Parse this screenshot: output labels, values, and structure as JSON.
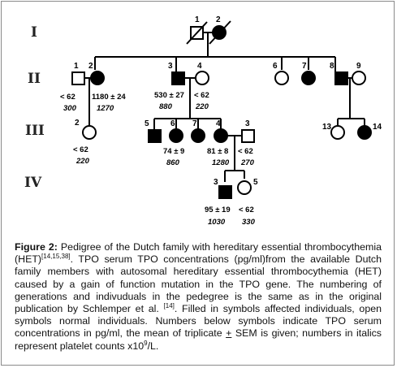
{
  "generations": [
    "I",
    "II",
    "III",
    "IV"
  ],
  "individuals": {
    "I-1": {
      "number": "1",
      "tpo": "",
      "platelets": ""
    },
    "I-2": {
      "number": "2",
      "tpo": "",
      "platelets": ""
    },
    "II-1": {
      "number": "1",
      "tpo": "< 62",
      "platelets": "300"
    },
    "II-2": {
      "number": "2",
      "tpo": "1180 ± 24",
      "platelets": "1270"
    },
    "II-3": {
      "number": "3",
      "tpo": "530 ± 27",
      "platelets": "880"
    },
    "II-4": {
      "number": "4",
      "tpo": "< 62",
      "platelets": "220"
    },
    "II-6": {
      "number": "6",
      "tpo": "",
      "platelets": ""
    },
    "II-7": {
      "number": "7",
      "tpo": "",
      "platelets": ""
    },
    "II-8": {
      "number": "8",
      "tpo": "",
      "platelets": ""
    },
    "II-9": {
      "number": "9",
      "tpo": "",
      "platelets": ""
    },
    "III-2": {
      "number": "2",
      "tpo": "< 62",
      "platelets": "220"
    },
    "III-5": {
      "number": "5",
      "tpo": "",
      "platelets": ""
    },
    "III-6": {
      "number": "6",
      "tpo": "74 ± 9",
      "platelets": "860"
    },
    "III-7": {
      "number": "7",
      "tpo": "",
      "platelets": ""
    },
    "III-4": {
      "number": "4",
      "tpo": "81 ± 8",
      "platelets": "1280"
    },
    "III-3": {
      "number": "3",
      "tpo": "< 62",
      "platelets": "270"
    },
    "III-13": {
      "number": "13",
      "tpo": "",
      "platelets": ""
    },
    "III-14": {
      "number": "14",
      "tpo": "",
      "platelets": ""
    },
    "IV-3": {
      "number": "3",
      "tpo": "95 ± 19",
      "platelets": "1030"
    },
    "IV-5": {
      "number": "5",
      "tpo": "< 62",
      "platelets": "330"
    }
  },
  "caption": {
    "label": "Figure 2:",
    "part1": " Pedigree of the  Dutch family with hereditary essential thrombocythemia (HET)",
    "ref1": "[14,15,38]",
    "part2": ". TPO serum TPO concentrations (pg/ml)from the available Dutch family members with autosomal hereditary essential thrombocythemia (HET) caused by a gain of function mutation in the TPO gene. The numbering of generations and indivuduals in the pedegree is the same as in the original publication by Schlemper et al. ",
    "ref2": "[14]",
    "part3": ". Filled in symbols affected individuals, open symbols normal individuals. Numbers below symbols indicate TPO serum concentrations in pg/ml, the mean of triplicate ",
    "pm": "+",
    "part4": " SEM is given; numbers in italics represent platelet counts x10",
    "sup9": "9",
    "part5": "/L."
  }
}
